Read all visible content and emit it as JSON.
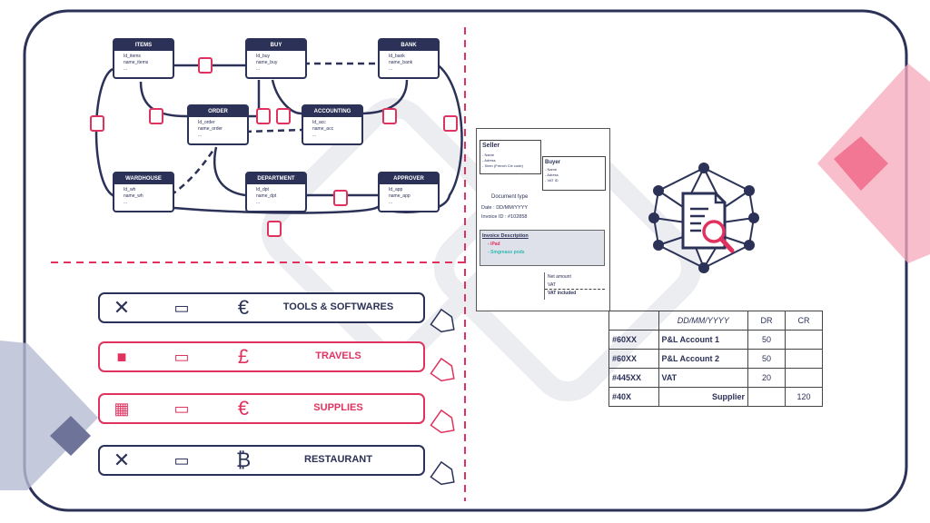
{
  "colors": {
    "navy": "#2b3157",
    "pink": "#e0325f",
    "teal": "#2fb7b0",
    "light": "#e8e8f0"
  },
  "tables": [
    {
      "id": "items",
      "title": "ITEMS",
      "fields": [
        "Id_items",
        "name_items",
        "..."
      ]
    },
    {
      "id": "buy",
      "title": "BUY",
      "fields": [
        "Id_buy",
        "name_buy",
        "..."
      ]
    },
    {
      "id": "bank",
      "title": "BANK",
      "fields": [
        "Id_bank",
        "name_bank",
        "..."
      ]
    },
    {
      "id": "order",
      "title": "ORDER",
      "fields": [
        "Id_order",
        "name_order",
        "..."
      ]
    },
    {
      "id": "accounting",
      "title": "ACCOUNTING",
      "fields": [
        "Id_acc",
        "name_acc",
        "..."
      ]
    },
    {
      "id": "wardhouse",
      "title": "WARDHOUSE",
      "fields": [
        "Id_wh",
        "name_wh",
        "..."
      ]
    },
    {
      "id": "department",
      "title": "DEPARTMENT",
      "fields": [
        "Id_dpt",
        "name_dpt",
        "..."
      ]
    },
    {
      "id": "approver",
      "title": "APPROVER",
      "fields": [
        "Id_app",
        "name_app",
        "..."
      ]
    }
  ],
  "categories": [
    {
      "label": "TOOLS & SOFTWARES",
      "icon": "tools-icon",
      "currency": "€",
      "accent": "navy"
    },
    {
      "label": "TRAVELS",
      "icon": "car-icon",
      "currency": "£",
      "accent": "pink"
    },
    {
      "label": "SUPPLIES",
      "icon": "cart-icon",
      "currency": "€",
      "accent": "pink"
    },
    {
      "label": "RESTAURANT",
      "icon": "cutlery-icon",
      "currency": "₿",
      "accent": "navy"
    }
  ],
  "invoice": {
    "seller_title": "Seller",
    "seller_lines": [
      "- Name",
      "- Adress",
      "- Siren (French Cie code)"
    ],
    "buyer_title": "Buyer",
    "buyer_lines": [
      "- Name",
      "- Adress",
      "- VAT ID"
    ],
    "doc_type": "Document type",
    "date": "Date : DD/MM/YYYY",
    "invoice_id": "Invoice ID : #102858",
    "desc_title": "Invoice Description",
    "desc_item1": "- iPad",
    "desc_item2": "- Smgreaso pods",
    "net_amount": "Net amount",
    "vat": "VAT",
    "vat_included": "VAT included"
  },
  "ledger": {
    "headers": [
      "DD/MM/YYYY",
      "DR",
      "CR"
    ],
    "rows": [
      {
        "code": "#60XX",
        "label": "P&L Account 1",
        "dr": "50",
        "cr": ""
      },
      {
        "code": "#60XX",
        "label": "P&L Account 2",
        "dr": "50",
        "cr": ""
      },
      {
        "code": "#445XX",
        "label": "VAT",
        "dr": "20",
        "cr": ""
      },
      {
        "code": "#40X",
        "label": "Supplier",
        "dr": "",
        "cr": "120"
      }
    ]
  }
}
